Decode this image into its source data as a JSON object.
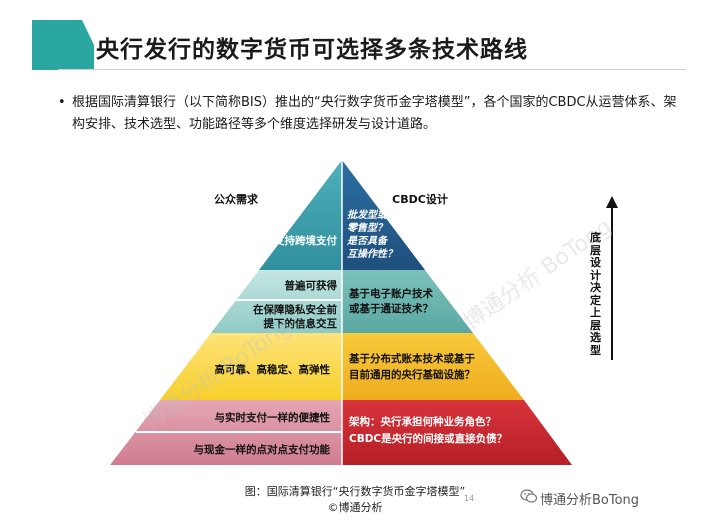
{
  "title": "央行发行的数字货币可选择多条技术路线",
  "bullet": "根据国际清算银行（以下简称BIS）推出的“央行数字货币金字塔模型”，各个国家的CBDC从运营体系、架构安排、技术选型、功能路径等多个维度选择研发与设计道路。",
  "pyramid": {
    "left_header": "公众需求",
    "right_header": "CBDC设计",
    "tiers": [
      {
        "left": [
          "支持跨境支付"
        ],
        "right": [
          "批发型或",
          "零售型？",
          "是否具备",
          "互操作性？"
        ]
      },
      {
        "left": [
          "普遍可获得"
        ],
        "right": []
      },
      {
        "left": [
          "在保障隐私安全前",
          "提下的信息交互"
        ],
        "right": [
          "基于电子账户技术",
          "或基于通证技术？"
        ]
      },
      {
        "left": [
          "高可靠、高稳定、高弹性"
        ],
        "right": [
          "基于分布式账本技术或基于",
          "目前通用的央行基础设施？"
        ]
      },
      {
        "left": [
          "与实时支付一样的便捷性"
        ],
        "right": [
          "架构：央行承担何种业务角色？",
          "CBDC是央行的间接或直接负债？"
        ]
      },
      {
        "left": [
          "与现金一样的点对点支付功能"
        ],
        "right": []
      }
    ],
    "colors": {
      "teal_dark": "#2f8f9c",
      "blue_dark": "#1e4f7c",
      "teal_light": "#a3d7d4",
      "teal_mid": "#6fb9b3",
      "yellow": "#f8d73a",
      "orange": "#f2b827",
      "pink": "#d98a9c",
      "red": "#c8282f"
    }
  },
  "side_label": "底层设计决定上层选型",
  "watermark": "博通分析 BoTong",
  "caption_line1": "图：国际清算银行“央行数字货币金字塔模型”",
  "caption_line2": "©博通分析",
  "wechat_label": "博通分析BoTong",
  "page_number": "14"
}
